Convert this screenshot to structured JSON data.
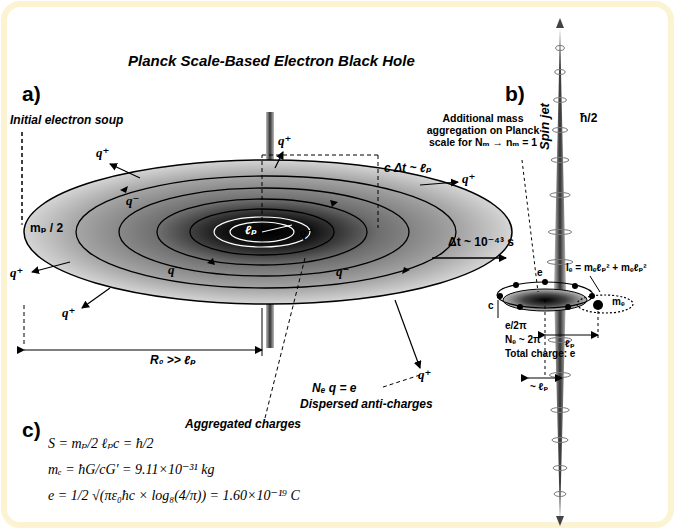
{
  "diagram": {
    "title": "Planck Scale-Based Electron Black Hole",
    "labels": [
      "a)",
      "b)",
      "c)",
      "Initial electron soup",
      "q⁺",
      "q⁺",
      "q⁺",
      "q⁺",
      "q⁺",
      "q⁺",
      "q⁻",
      "q⁻",
      "q⁻",
      "q⁻",
      "c Δt ~ ℓₚ",
      "ℓₚ",
      "mₚ / 2",
      "R₀ >> ℓₚ",
      "Nₑ q = e",
      "Dispersed anti-charges",
      "Aggregated charges",
      "Δt ~ 10⁻⁴³ s",
      "Additional mass aggregation on Planck scale for Nₘ → nₘ = 1",
      "Spin jet",
      "ħ/2",
      "Iₑ = mₑℓₚ² + mₑℓₚ²",
      "e",
      "c",
      "mₑ",
      "e/2π",
      "Nₑ ~ 2π",
      "Total charge: e",
      "ℓₚ",
      "~ ℓₚ",
      "S = mₚ/2 ℓₚc = ħ/2",
      "mₑ = ħG/cG′ = 9.11×10⁻³¹ kg",
      "e = 1/2 √(πε₀ħc × log₈(4/π)) = 1.60×10⁻¹⁹ C"
    ]
  }
}
